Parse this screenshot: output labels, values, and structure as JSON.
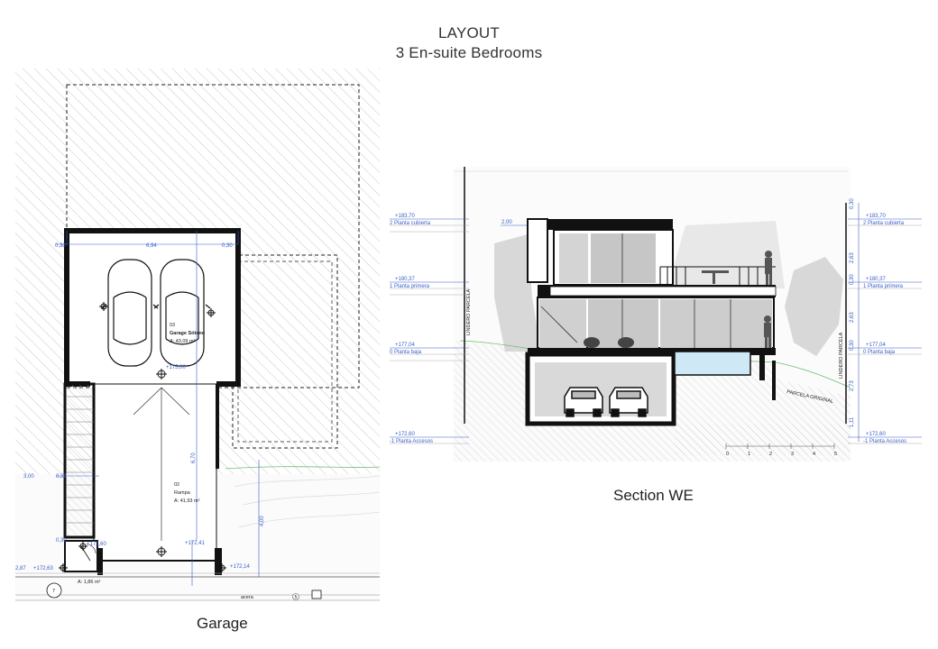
{
  "header": {
    "title": "LAYOUT",
    "subtitle": "3 En-suite Bedrooms"
  },
  "garage_plan": {
    "caption": "Garage",
    "rooms": [
      {
        "number": "03",
        "name": "Garage Sótano",
        "area": "A: 43,09 m²"
      },
      {
        "number": "02",
        "name": "Rampa",
        "area": "A: 41,93 m²"
      },
      {
        "area": "A: 1,86 m²"
      }
    ],
    "dimensions": {
      "wall_left": "0,30",
      "width": "6,94",
      "wall_right": "0,30",
      "stair": "3,00",
      "stair_wall": "0,30",
      "ramp_length": "6,70",
      "depth": "4,00",
      "entry_wall": "0,30"
    },
    "levels": [
      "+175,00",
      "+172,60",
      "+172,41",
      "+172,63",
      "+172,14",
      "2,87"
    ],
    "street_label": "acera",
    "marker_north": "7",
    "marker_elev": "5"
  },
  "section": {
    "caption": "Section WE",
    "levels_left": [
      {
        "value": "+183,70",
        "name": "2 Planta cubierta"
      },
      {
        "value": "+180,37",
        "name": "1 Planta primera"
      },
      {
        "value": "+177,04",
        "name": "0 Planta baja"
      },
      {
        "value": "+172,60",
        "name": "-1 Planta Accesos"
      }
    ],
    "levels_right": [
      {
        "value": "+183,70",
        "name": "2 Planta cubierta"
      },
      {
        "value": "+180,37",
        "name": "1 Planta primera"
      },
      {
        "value": "+177,04",
        "name": "0 Planta baja"
      },
      {
        "value": "+172,60",
        "name": "-1 Planta Accesos"
      }
    ],
    "left_boundary_label": "LINDERO PARCELA",
    "right_boundary_label": "LINDERO PARCELA",
    "terrain_label": "PARCELA ORIGINAL",
    "overhang_dim": "2,00",
    "scale_ticks": [
      "0",
      "1",
      "2",
      "3",
      "4",
      "5"
    ],
    "right_dims": [
      "0,30",
      "2,63",
      "0,30",
      "2,63",
      "0,30",
      "2,73",
      "1,11"
    ]
  }
}
